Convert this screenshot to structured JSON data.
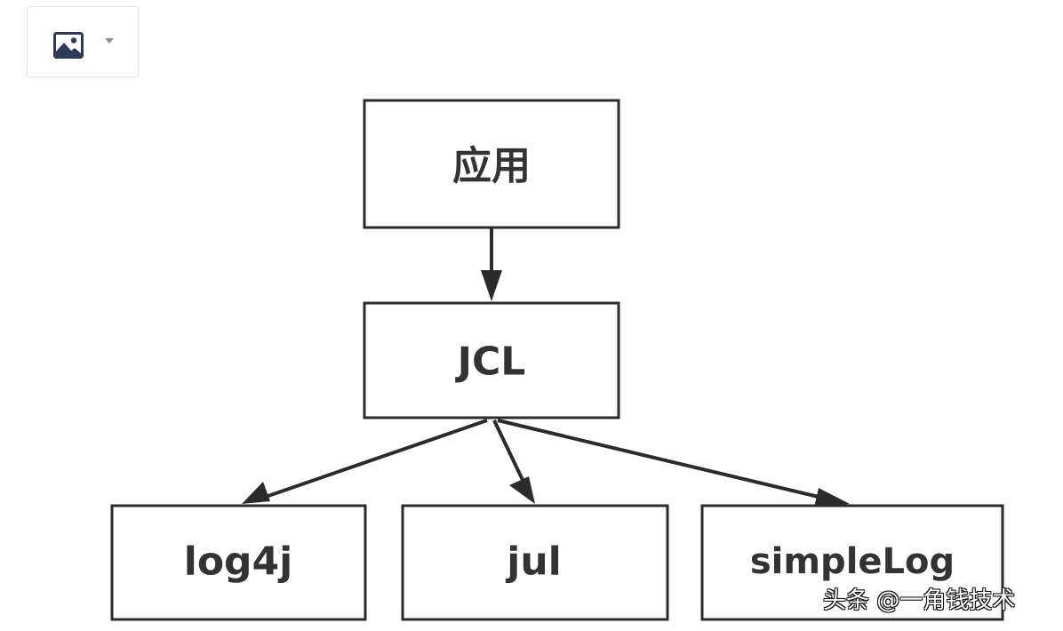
{
  "toolbar": {
    "image_icon": "image-icon",
    "dropdown_icon": "caret-down-icon"
  },
  "diagram": {
    "nodes": {
      "app": "应用",
      "jcl": "JCL",
      "log4j": "log4j",
      "jul": "jul",
      "simplelog": "simpleLog"
    }
  },
  "watermark": {
    "text": "头条 @一角钱技术"
  },
  "colors": {
    "stroke": "#2b2b2b",
    "label": "#333333",
    "toolbar_icon": "#2e3a59",
    "caret": "#8a8f99"
  }
}
